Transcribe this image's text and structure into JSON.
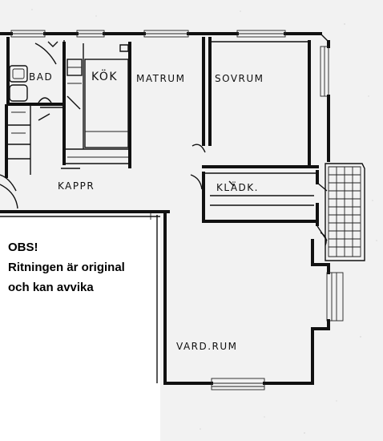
{
  "rooms": {
    "bad": "BAD",
    "kok": "KÖK",
    "matrum": "MATRUM",
    "sovrum": "SOVRUM",
    "kladk": "KLÄDK.",
    "kappr": "KAPPR",
    "vardrum": "VARD.RUM"
  },
  "note": {
    "line1": "OBS!",
    "line2": "Ritningen är original",
    "line3": "och kan avvika"
  },
  "colors": {
    "ink": "#111111",
    "paper": "#f2f2f2",
    "note_bg": "#ffffff"
  }
}
